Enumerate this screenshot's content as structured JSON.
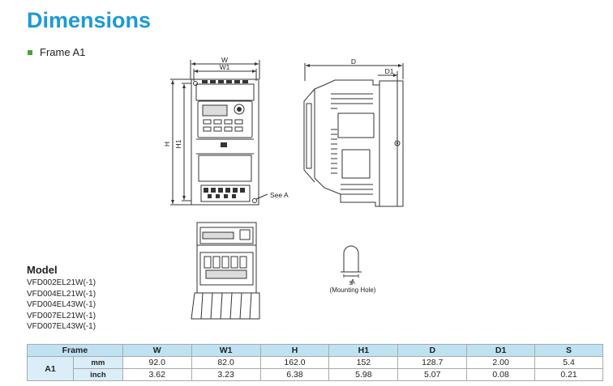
{
  "page": {
    "title": "Dimensions",
    "frame_label": "Frame A1",
    "accent_color": "#1b9ad6",
    "bullet_color": "#4aa336"
  },
  "drawing": {
    "front": {
      "w": "W",
      "w1": "W1",
      "h": "H",
      "h1": "H1",
      "see_a": "See A"
    },
    "side": {
      "d": "D",
      "d1": "D1"
    },
    "hole": {
      "s": "S",
      "a": "A",
      "caption": "(Mounting Hole)"
    }
  },
  "model": {
    "heading": "Model",
    "items": [
      "VFD002EL21W(-1)",
      "VFD004EL21W(-1)",
      "VFD004EL43W(-1)",
      "VFD007EL21W(-1)",
      "VFD007EL43W(-1)"
    ]
  },
  "table": {
    "frame_header": "Frame",
    "columns": [
      "W",
      "W1",
      "H",
      "H1",
      "D",
      "D1",
      "S"
    ],
    "frame": "A1",
    "rows": [
      {
        "unit": "mm",
        "values": [
          "92.0",
          "82.0",
          "162.0",
          "152",
          "128.7",
          "2.00",
          "5.4"
        ]
      },
      {
        "unit": "inch",
        "values": [
          "3.62",
          "3.23",
          "6.38",
          "5.98",
          "5.07",
          "0.08",
          "0.21"
        ]
      }
    ]
  }
}
